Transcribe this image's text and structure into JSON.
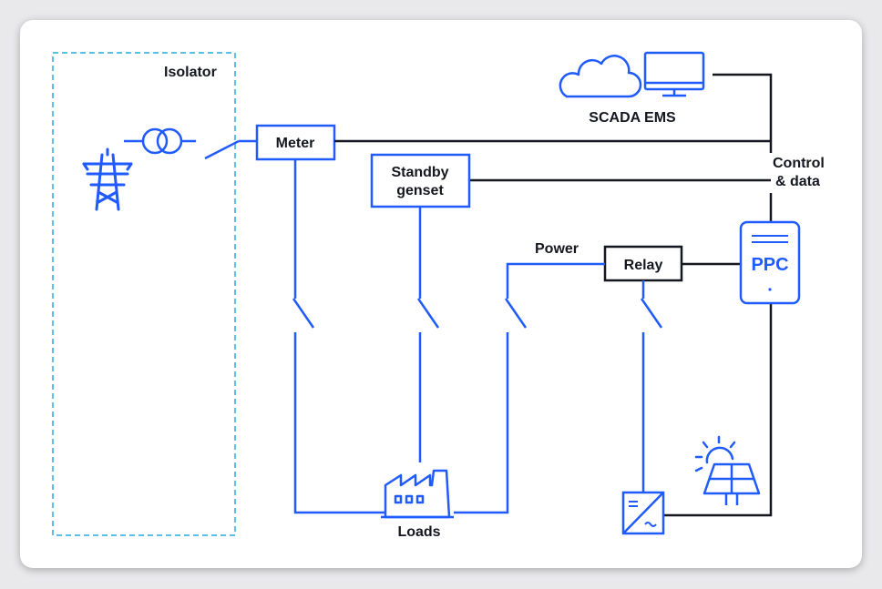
{
  "diagram": {
    "isolator_label": "Isolator",
    "meter_label": "Meter",
    "standby_label_line1": "Standby",
    "standby_label_line2": "genset",
    "relay_label": "Relay",
    "power_label": "Power",
    "scada_label": "SCADA EMS",
    "control_line1": "Control",
    "control_line2": "& data",
    "ppc_label": "PPC",
    "loads_label": "Loads"
  },
  "colors": {
    "accent_blue": "#1f5bff",
    "dashed_isolator": "#5bc0e6",
    "line_black": "#14171f",
    "background": "#ffffff"
  },
  "icons": [
    "transmission-tower-icon",
    "transformer-icon",
    "cloud-icon",
    "monitor-icon",
    "factory-icon",
    "inverter-icon",
    "solar-panel-icon",
    "sun-icon"
  ]
}
